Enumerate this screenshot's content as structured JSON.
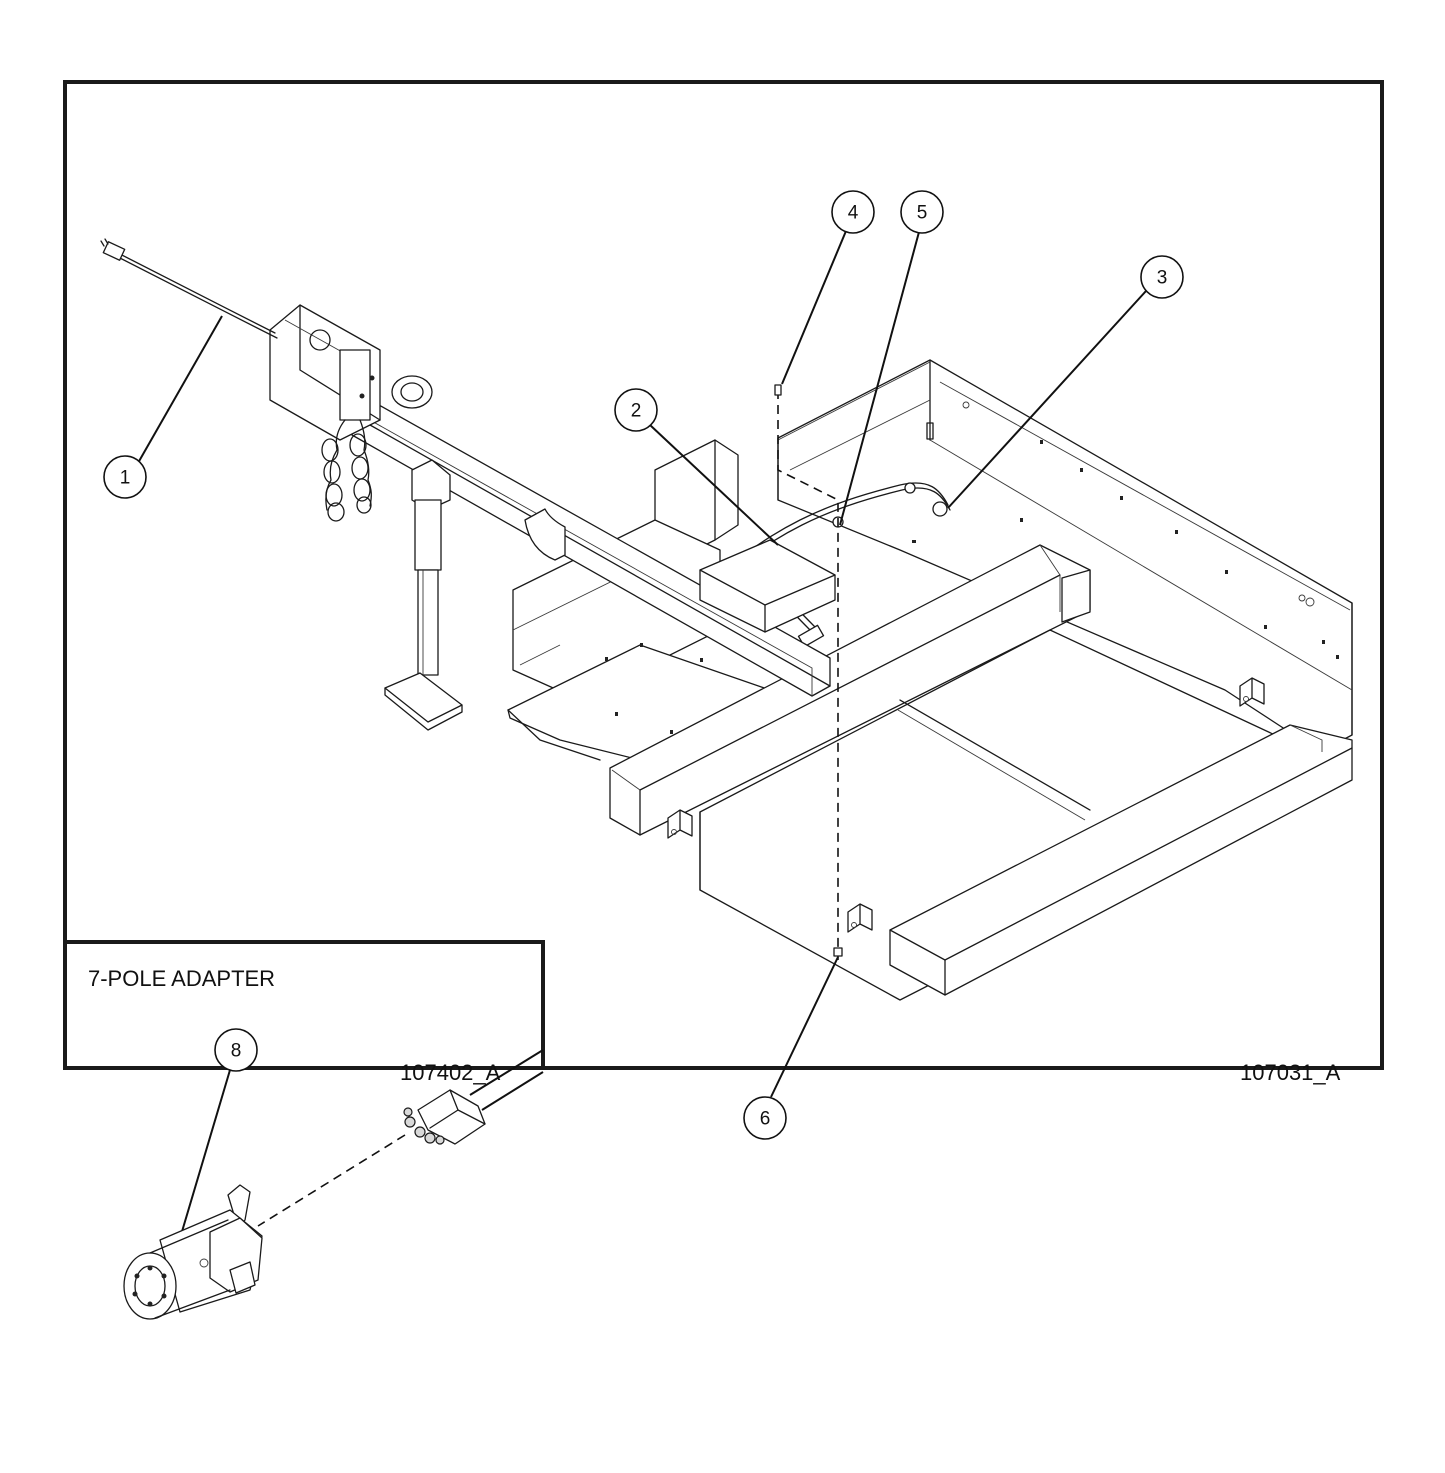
{
  "callouts": [
    {
      "id": "1",
      "label": "1"
    },
    {
      "id": "2",
      "label": "2"
    },
    {
      "id": "3",
      "label": "3"
    },
    {
      "id": "4",
      "label": "4"
    },
    {
      "id": "5",
      "label": "5"
    },
    {
      "id": "6",
      "label": "6"
    },
    {
      "id": "8",
      "label": "8"
    }
  ],
  "inset": {
    "title": "7-POLE ADAPTER",
    "drawing_number": "107402_A"
  },
  "main": {
    "drawing_number": "107031_A"
  }
}
